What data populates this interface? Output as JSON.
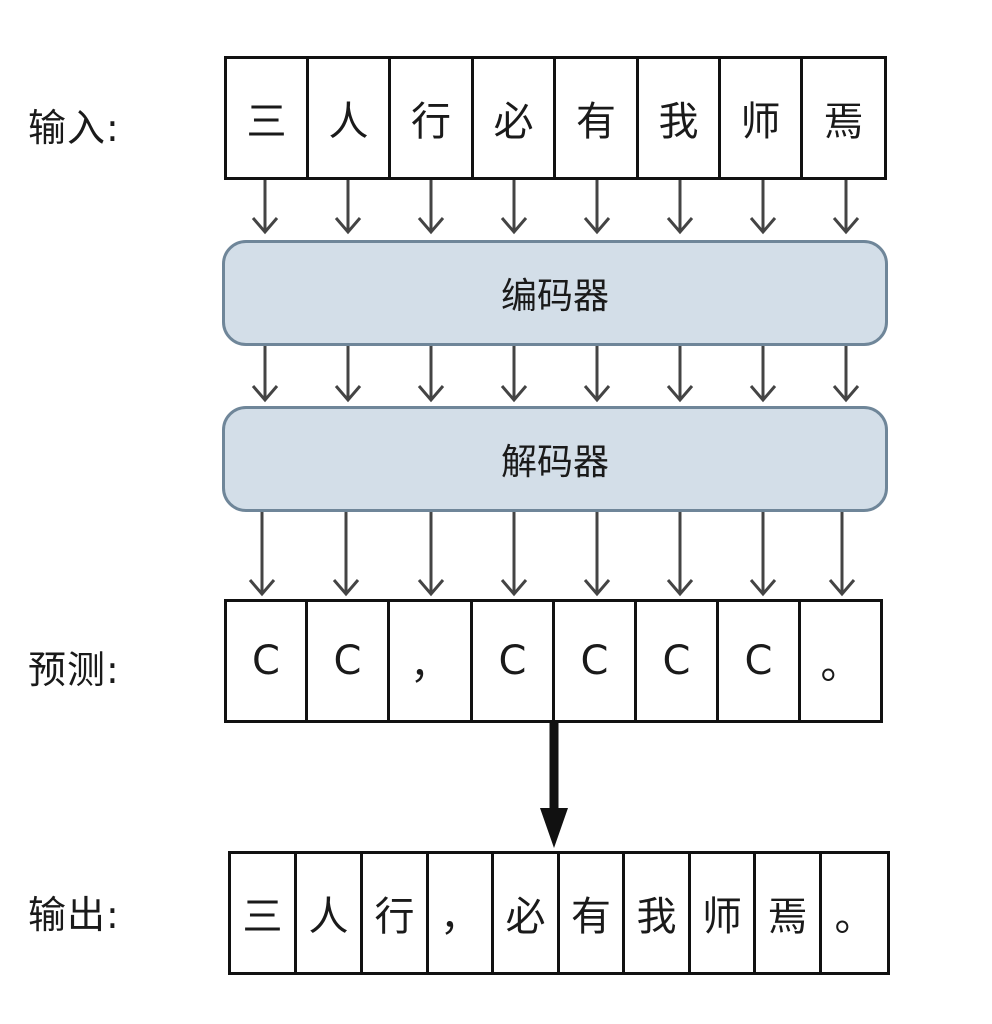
{
  "labels": {
    "input": "输入:",
    "prediction": "预测:",
    "output": "输出:"
  },
  "input_chars": [
    "三",
    "人",
    "行",
    "必",
    "有",
    "我",
    "师",
    "焉"
  ],
  "encoder": "编码器",
  "decoder": "解码器",
  "prediction_tokens": [
    "C",
    "C",
    "，",
    "C",
    "C",
    "C",
    "C",
    "。"
  ],
  "output_chars": [
    "三",
    "人",
    "行",
    "，",
    "必",
    "有",
    "我",
    "师",
    "焉",
    "。"
  ],
  "colors": {
    "block_fill": "#d3dee8",
    "block_border": "#6f8699",
    "line": "#111111",
    "arrow": "#444444"
  }
}
